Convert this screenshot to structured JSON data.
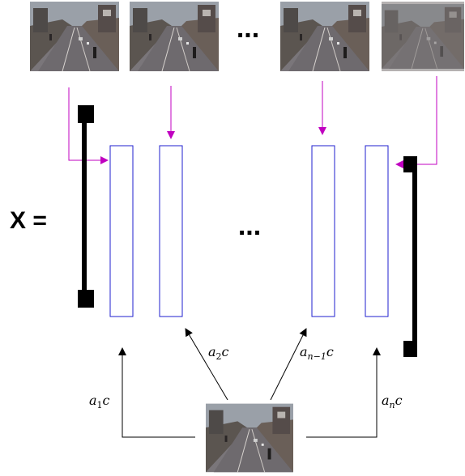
{
  "matrix_label": "X =",
  "top_ellipsis": "...",
  "middle_ellipsis": "...",
  "weights": {
    "a1": {
      "base": "a",
      "sub": "1",
      "var": "c"
    },
    "a2": {
      "base": "a",
      "sub": "2",
      "var": "c"
    },
    "an_1": {
      "base": "a",
      "sub": "n−1",
      "var": "c"
    },
    "an": {
      "base": "a",
      "sub": "n",
      "var": "c"
    }
  },
  "colors": {
    "column_stroke": "#1f1fcf",
    "input_arrow": "#c000c0",
    "weight_arrow": "#000000",
    "bracket": "#000000",
    "sky": "#9aa0a8",
    "road": "#6e6a6e"
  },
  "icons": {
    "frame_thumbnail": "street-scene-photo",
    "background_frame": "street-scene-photo"
  }
}
